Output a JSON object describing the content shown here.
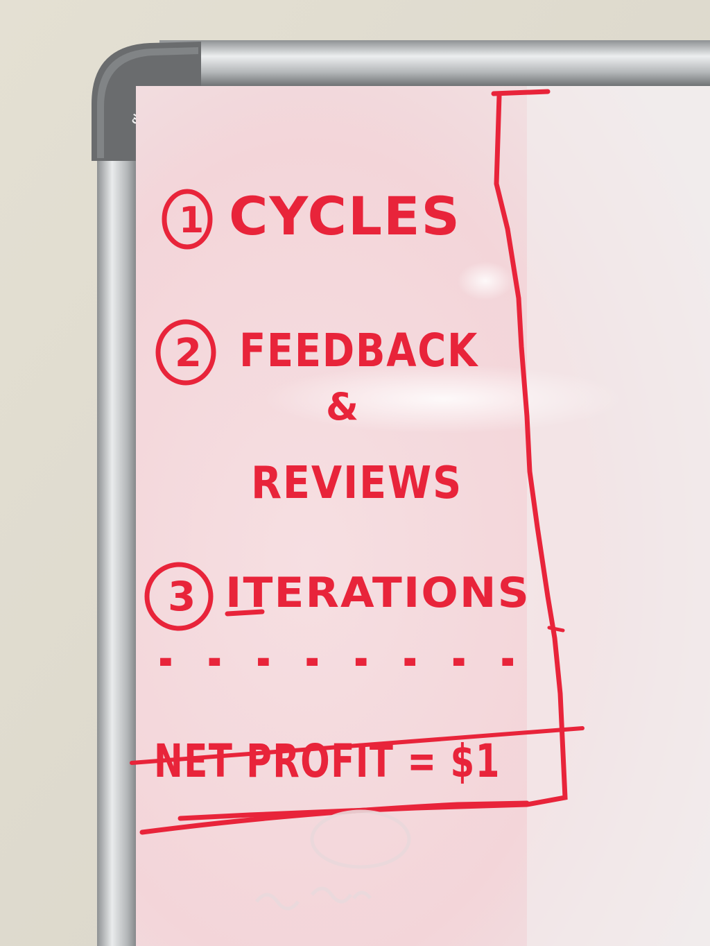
{
  "board": {
    "brand": "ghent",
    "ink_color": "#e8243a",
    "frame_color": "#bfc2c4",
    "corner_color": "#6e7072"
  },
  "list": {
    "items": [
      {
        "number": "1",
        "lines": [
          "CYCLES"
        ]
      },
      {
        "number": "2",
        "lines": [
          "FEEDBACK",
          "&",
          "REVIEWS"
        ]
      },
      {
        "number": "3",
        "lines": [
          "ITERATIONS"
        ]
      }
    ],
    "ellipsis": ". . . . . . . .",
    "crossed_out": "NET PROFIT = $1"
  }
}
